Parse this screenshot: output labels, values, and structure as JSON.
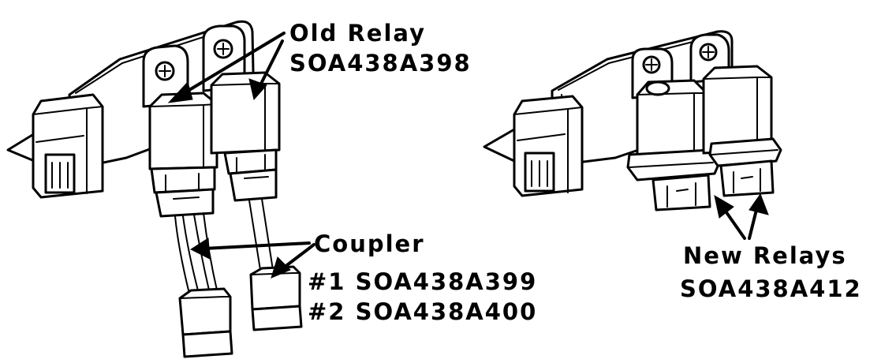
{
  "labels": {
    "old_relay_title": "Old Relay",
    "old_relay_part": "SOA438A398",
    "coupler_title": "Coupler",
    "coupler_1": "#1 SOA438A399",
    "coupler_2": "#2 SOA438A400",
    "new_relays_title": "New Relays",
    "new_relays_part": "SOA438A412"
  },
  "colors": {
    "ink": "#000000",
    "paper": "#ffffff"
  }
}
